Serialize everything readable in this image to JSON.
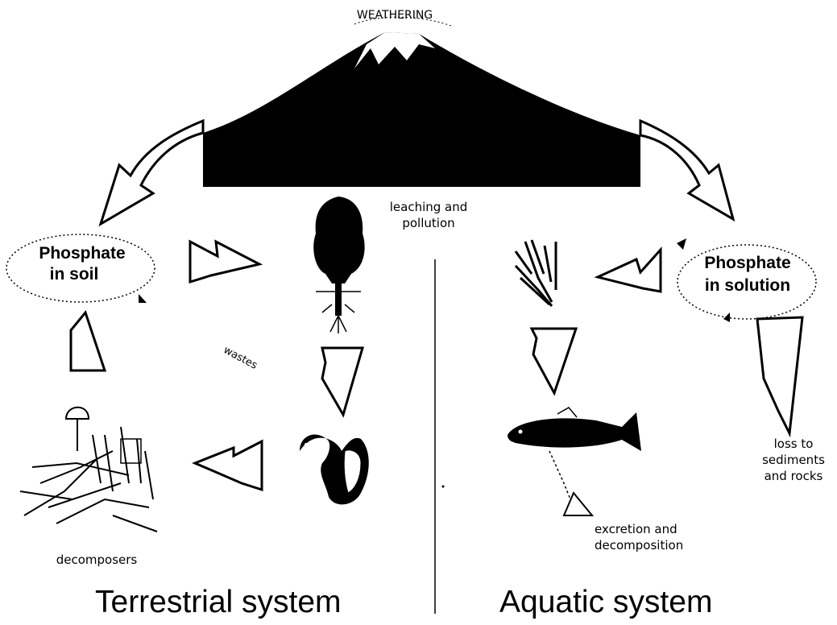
{
  "diagram": {
    "top_label": "WEATHERING",
    "leaching_line1": "leaching and",
    "leaching_line2": "pollution",
    "soil_line1": "Phosphate",
    "soil_line2": "in soil",
    "solution_line1": "Phosphate",
    "solution_line2": "in solution",
    "wastes": "wastes",
    "decomposers": "decomposers",
    "loss_line1": "loss to",
    "loss_line2": "sediments",
    "loss_line3": "and rocks",
    "excretion_line1": "excretion and",
    "excretion_line2": "decomposition",
    "terrestrial": "Terrestrial system",
    "aquatic": "Aquatic system"
  },
  "icons": [
    "mountain-icon",
    "tree-icon",
    "squirrel-icon",
    "decomposer-icon",
    "plant-icon",
    "fish-icon"
  ]
}
